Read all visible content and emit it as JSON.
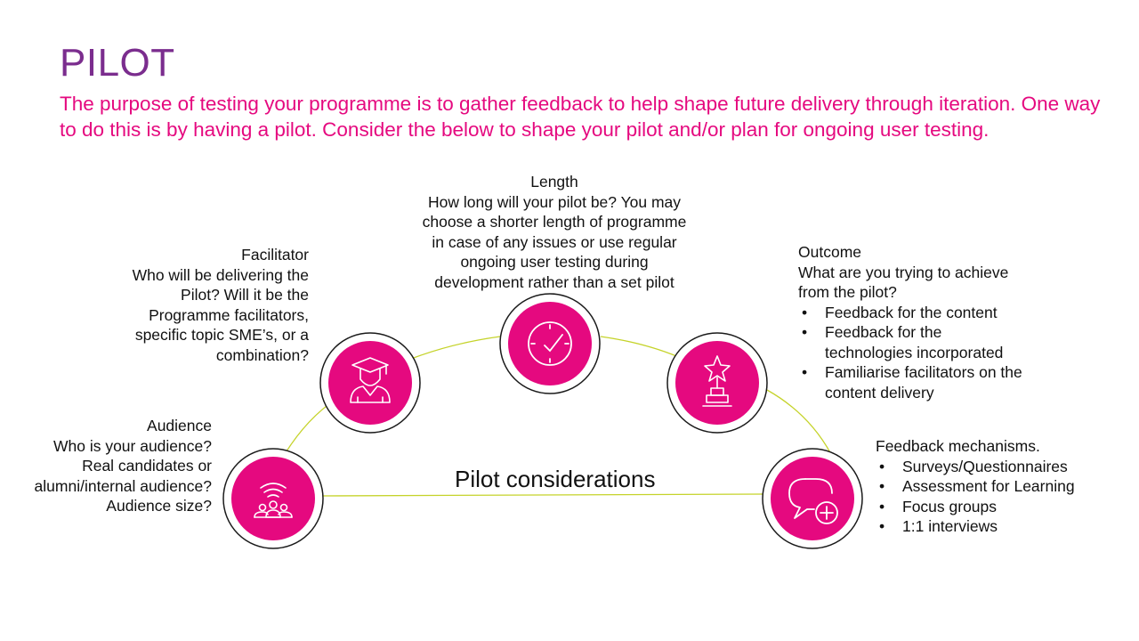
{
  "title": "PILOT",
  "subtitle": "The purpose of testing your programme is to gather feedback to help shape future delivery through iteration. One way to do this is by having a pilot. Consider the below to shape your pilot and/or plan for ongoing user testing.",
  "center_label": "Pilot considerations",
  "colors": {
    "title": "#7b2d8e",
    "accent": "#e5097f",
    "arc": "#c5d32a"
  },
  "nodes": {
    "audience": {
      "icon": "audience-broadcast-icon",
      "heading": "Audience",
      "lines": [
        "Who is your audience?",
        "Real candidates or",
        "alumni/internal audience?",
        "Audience size?"
      ]
    },
    "facilitator": {
      "icon": "graduate-icon",
      "heading": "Facilitator",
      "lines": [
        "Who will be delivering the",
        "Pilot? Will it be the",
        "Programme facilitators,",
        "specific topic SME’s, or a",
        "combination?"
      ]
    },
    "length": {
      "icon": "clock-icon",
      "heading": "Length",
      "lines": [
        "How long will your pilot be? You may",
        "choose a shorter length of programme",
        "in case of any issues or use regular",
        "ongoing user testing during",
        "development rather than a set pilot"
      ]
    },
    "outcome": {
      "icon": "trophy-star-icon",
      "heading": "Outcome",
      "lines": [
        "What are you trying to achieve",
        "from the pilot?"
      ],
      "bullets": [
        "Feedback for the content",
        "Feedback for the technologies incorporated",
        "Familiarise facilitators on the content delivery"
      ]
    },
    "feedback": {
      "icon": "chat-plus-icon",
      "heading": "Feedback mechanisms.",
      "bullets": [
        "Surveys/Questionnaires",
        "Assessment for Learning",
        "Focus groups",
        "1:1 interviews"
      ]
    }
  }
}
